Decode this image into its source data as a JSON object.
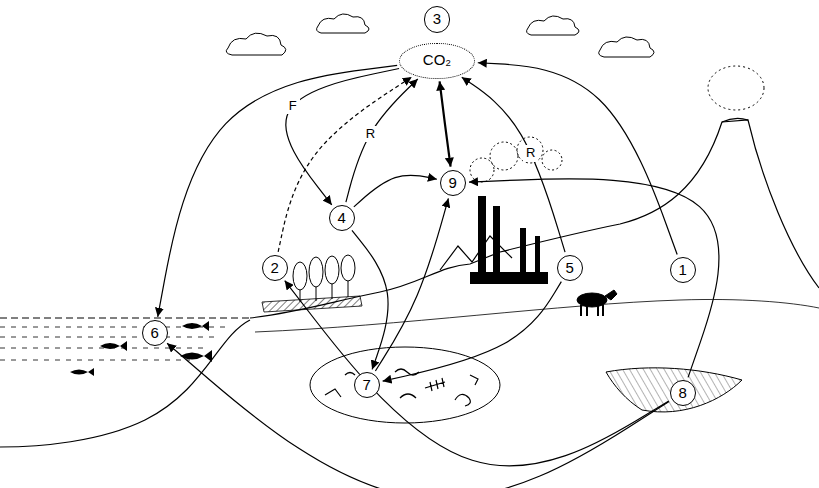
{
  "diagram": {
    "nodes": [
      {
        "text": [
          "3",
          "CO₂"
        ]
      },
      {
        "text": [
          "9"
        ]
      },
      {
        "text": [
          "4"
        ]
      },
      {
        "text": [
          "2"
        ]
      },
      {
        "text": [
          "5"
        ]
      },
      {
        "text": [
          "1"
        ]
      },
      {
        "text": [
          "6"
        ]
      },
      {
        "text": [
          "7"
        ]
      },
      {
        "text": [
          "8"
        ]
      }
    ],
    "edges": [
      {
        "from": 0,
        "to": 6,
        "arrow": "to"
      },
      {
        "from": 0,
        "to": 2,
        "arrow": "to",
        "label": "F"
      },
      {
        "from": 2,
        "to": 0,
        "arrow": "to",
        "label": "R"
      },
      {
        "from": 3,
        "to": 0,
        "arrow": "to"
      },
      {
        "from": 1,
        "to": 0,
        "arrow": "both"
      },
      {
        "from": 4,
        "to": 0,
        "arrow": "to",
        "label": "R"
      },
      {
        "from": 5,
        "to": 0,
        "arrow": "to"
      },
      {
        "from": 2,
        "to": 1,
        "arrow": "to"
      },
      {
        "from": 2,
        "to": 7,
        "arrow": "to"
      },
      {
        "from": 7,
        "to": 1,
        "arrow": "to"
      },
      {
        "from": 4,
        "to": 7,
        "arrow": "to"
      },
      {
        "from": 8,
        "to": 1,
        "arrow": "to"
      },
      {
        "from": 8,
        "to": 6,
        "arrow": "to"
      },
      {
        "from": 8,
        "to": 3,
        "arrow": "to"
      }
    ]
  }
}
